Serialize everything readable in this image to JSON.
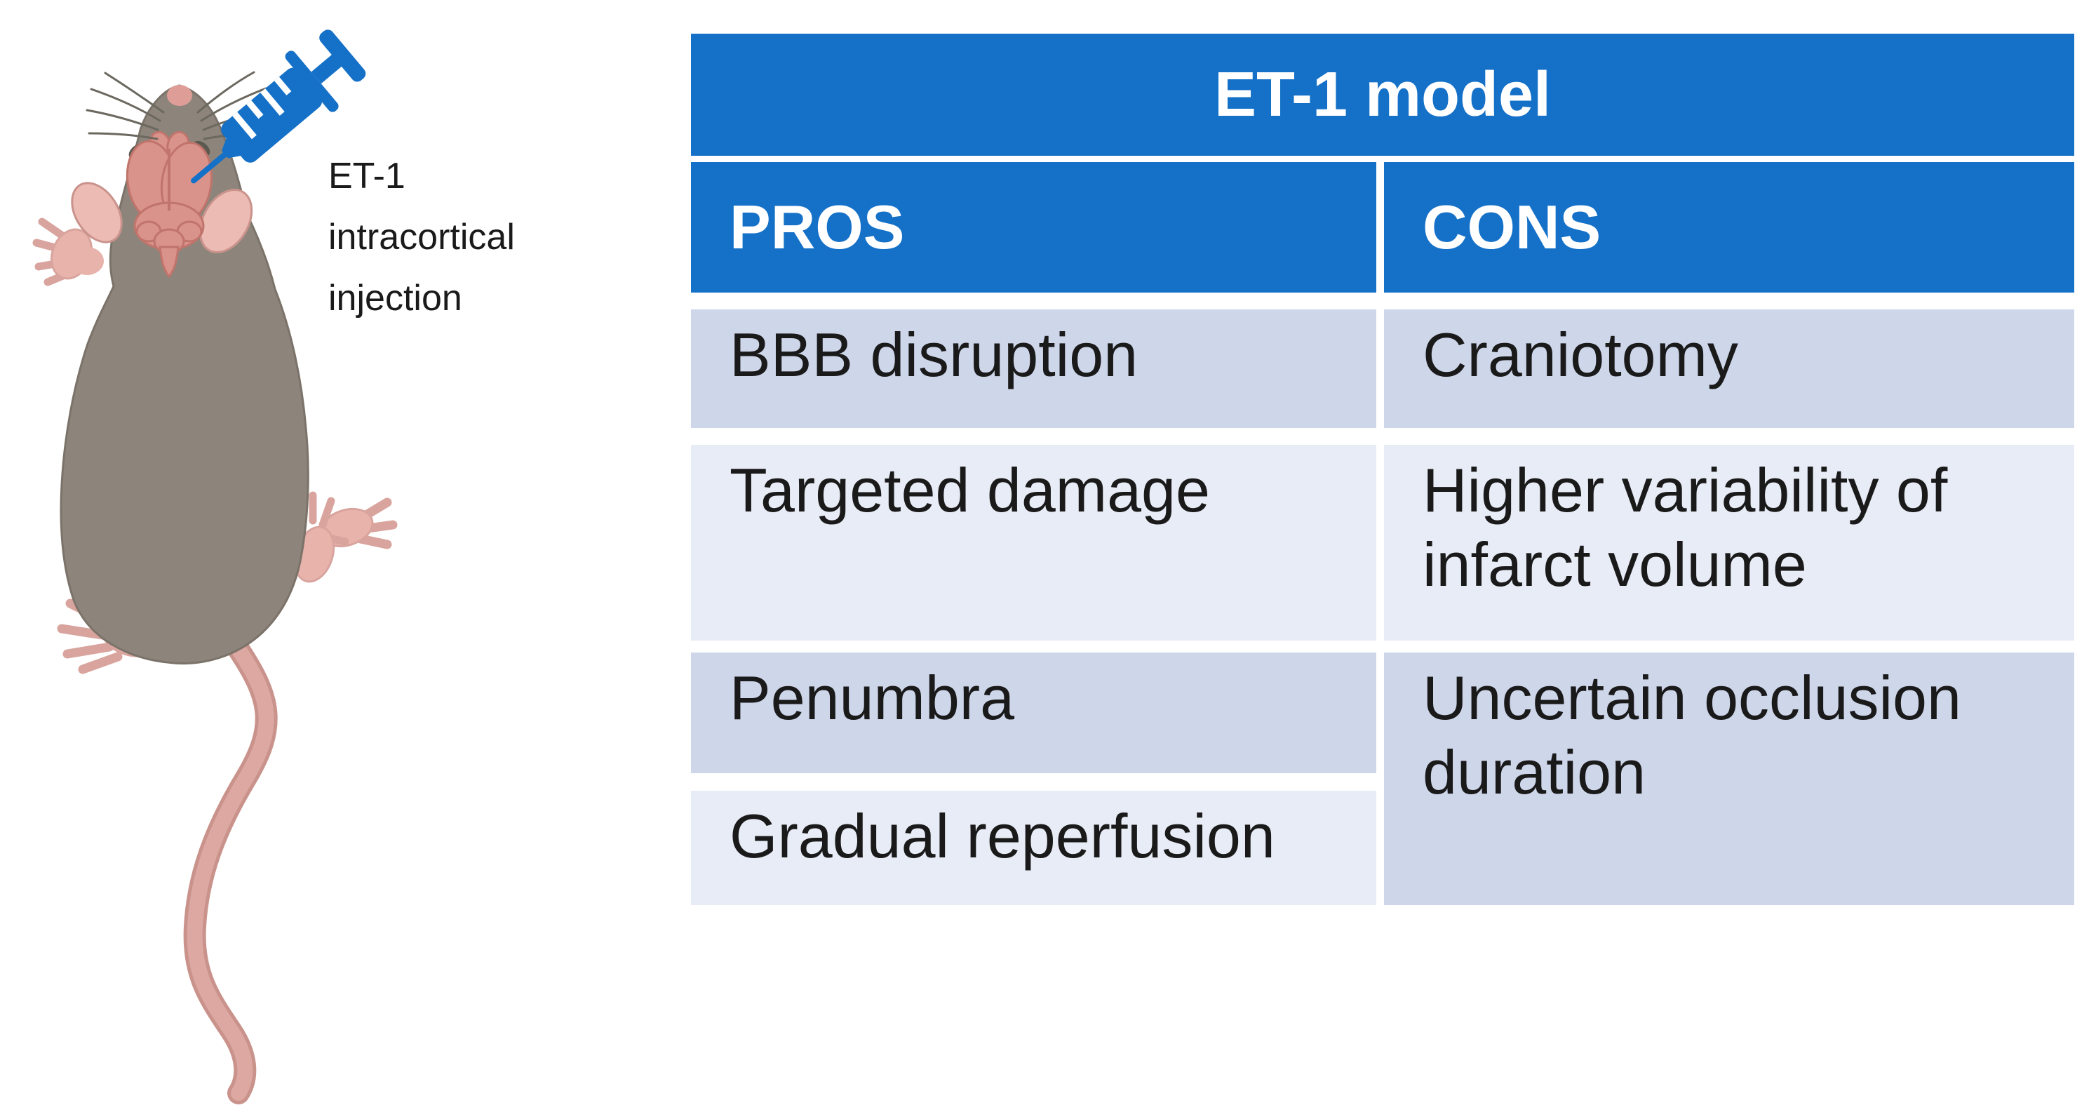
{
  "illustration": {
    "caption": "ET-1\nintracortical\ninjection",
    "icons": [
      "mouse-top-view-illustration",
      "syringe-icon",
      "exposed-brain-icon"
    ],
    "colors": {
      "mouse_body": "#8D857B",
      "mouse_pink": "#E9B6AE",
      "brain_pink": "#D9938B",
      "syringe_blue": "#1571C8"
    }
  },
  "table": {
    "title": "ET-1 model",
    "column_headers": [
      "PROS",
      "CONS"
    ],
    "pros": [
      "BBB disruption",
      "Targeted damage",
      "Penumbra",
      "Gradual reperfusion"
    ],
    "cons": [
      "Craniotomy",
      "Higher variability of\ninfarct volume",
      "Uncertain occlusion\nduration"
    ],
    "colors": {
      "header_bg": "#1571C8",
      "header_text": "#ffffff",
      "row_dark": "#CED6EA",
      "row_light": "#E8ECF6",
      "body_text": "#1a1a1a",
      "divider": "#ffffff"
    }
  }
}
